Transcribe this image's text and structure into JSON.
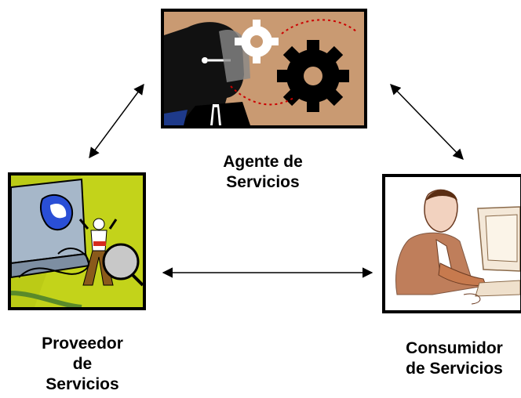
{
  "nodes": {
    "agent": {
      "line1": "Agente de",
      "line2": "Servicios"
    },
    "provider": {
      "line1": "Proveedor",
      "line2": "de",
      "line3": "Servicios"
    },
    "consumer": {
      "line1": "Consumidor",
      "line2": "de Servicios"
    }
  },
  "colors": {
    "agent_bg": "#c99a72",
    "provider_bg": "#c3d31a",
    "consumer_bg": "#ffffff",
    "arrow": "#000000"
  },
  "icons": {
    "agent": "head-with-gears-icon",
    "provider": "computer-with-person-and-magnifier-icon",
    "consumer": "person-at-computer-icon"
  }
}
